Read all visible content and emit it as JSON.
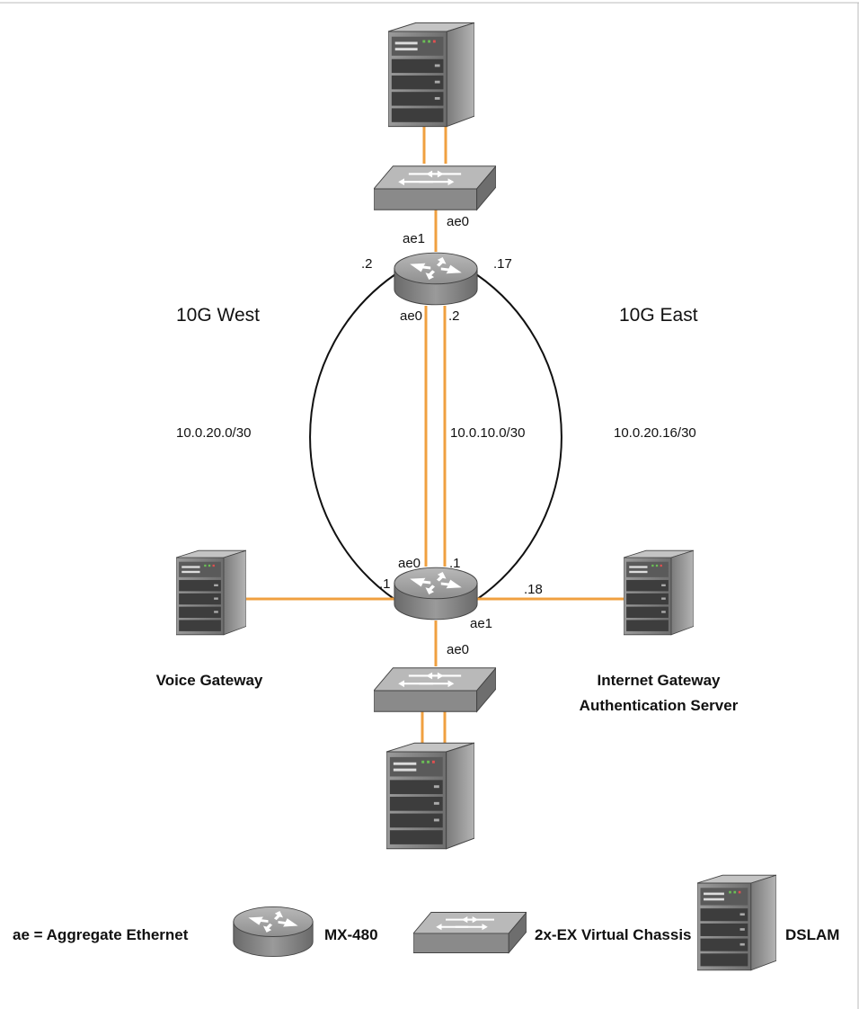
{
  "colors": {
    "link": "#f0a040",
    "ring": "#111111",
    "device_body": "#8c8c8c",
    "device_dark": "#4a4a4a",
    "device_light": "#c8c8c8"
  },
  "labels": {
    "west": "10G West",
    "east": "10G East",
    "subnet_west": "10.0.20.0/30",
    "subnet_center": "10.0.10.0/30",
    "subnet_east": "10.0.20.16/30",
    "top_router_ae1": "ae1",
    "top_router_left_ip": ".2",
    "top_router_right_ip": ".17",
    "top_router_ae0_down": "ae0",
    "top_router_center_ip": ".2",
    "top_switch_ae0": "ae0",
    "bottom_router_ae0": "ae0",
    "bottom_router_center_ip": ".1",
    "bottom_router_left_ip": ".1",
    "bottom_router_right_ip": ".18",
    "bottom_router_ae1": "ae1",
    "bottom_switch_ae0": "ae0",
    "voice_gateway": "Voice Gateway",
    "internet_gateway_line1": "Internet Gateway",
    "internet_gateway_line2": "Authentication Server"
  },
  "legend": {
    "ae": "ae = Aggregate Ethernet",
    "router": "MX-480",
    "switch": "2x-EX Virtual Chassis",
    "dslam": "DSLAM"
  },
  "icons": [
    "dslam-icon",
    "switch-icon",
    "router-icon",
    "server-icon"
  ]
}
